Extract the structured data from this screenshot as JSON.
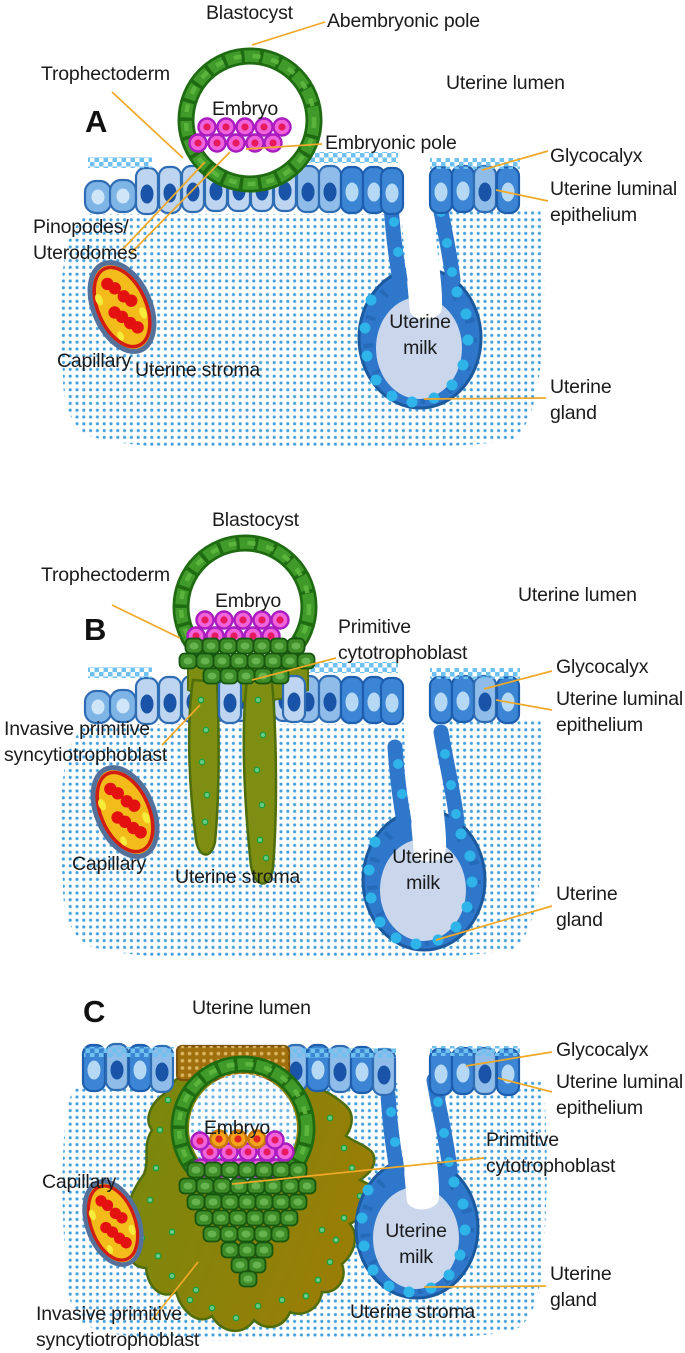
{
  "title": "Blastocyst implantation stages diagram",
  "colors": {
    "leader_line": "#EFA828",
    "trophoblast_green": "#3F9A2A",
    "embryo_pink": "#F063DA",
    "epithelium_blue": "#3B85D4",
    "gland_blue": "#2E77CA",
    "uterine_milk_blue": "#C9D6EC",
    "syncytiotrophoblast_olive": "#7D8E12",
    "capillary_yellow": "#F3BC1A",
    "blood_cell_red": "#E41111",
    "implantation_plug_brown": "#A1700E",
    "stroma_dot_blue": "#44A0DC"
  },
  "a": {
    "letter": "A",
    "blastocyst": "Blastocyst",
    "abembryonic_pole": "Abembryonic pole",
    "trophectoderm": "Trophectoderm",
    "uterine_lumen": "Uterine lumen",
    "embryo": "Embryo",
    "embryonic_pole": "Embryonic pole",
    "pinopodes": "Pinopodes/\nUterodomes",
    "glycocalyx": "Glycocalyx",
    "uterine_luminal_epithelium": "Uterine luminal\nepithelium",
    "capillary": "Capillary",
    "uterine_stroma": "Uterine stroma",
    "uterine_milk": "Uterine\nmilk",
    "uterine_gland": "Uterine\ngland"
  },
  "b": {
    "letter": "B",
    "blastocyst": "Blastocyst",
    "trophectoderm": "Trophectoderm",
    "uterine_lumen": "Uterine lumen",
    "embryo": "Embryo",
    "primitive_cytotrophoblast": "Primitive\ncytotrophoblast",
    "glycocalyx": "Glycocalyx",
    "uterine_luminal_epithelium": "Uterine luminal\nepithelium",
    "invasive_syncytiotrophoblast": "Invasive primitive\nsyncytiotrophoblast",
    "capillary": "Capillary",
    "uterine_stroma": "Uterine stroma",
    "uterine_milk": "Uterine\nmilk",
    "uterine_gland": "Uterine\ngland"
  },
  "c": {
    "letter": "C",
    "uterine_lumen": "Uterine lumen",
    "glycocalyx": "Glycocalyx",
    "uterine_luminal_epithelium": "Uterine luminal\nepithelium",
    "embryo": "Embryo",
    "primitive_cytotrophoblast": "Primitive\ncytotrophoblast",
    "capillary": "Capillary",
    "uterine_milk": "Uterine\nmilk",
    "uterine_gland": "Uterine\ngland",
    "uterine_stroma": "Uterine stroma",
    "invasive_syncytiotrophoblast": "Invasive primitive\nsyncytiotrophoblast"
  }
}
